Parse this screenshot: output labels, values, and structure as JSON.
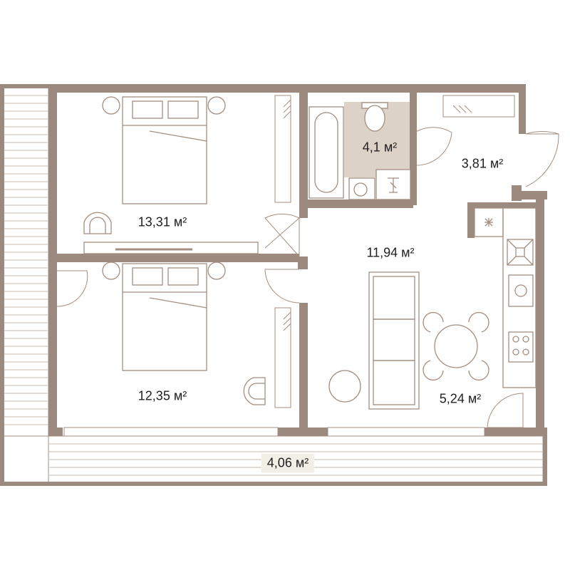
{
  "floor_plan": {
    "colors": {
      "wall": "#9c8a7e",
      "line": "#a38e80",
      "bathroom_fill": "#ddd2c6",
      "balcony_label_bg": "#f3efe7",
      "text": "#1f1f1f"
    },
    "rooms": [
      {
        "id": "bedroom-1",
        "area": "13,31 м²"
      },
      {
        "id": "bedroom-2",
        "area": "12,35 м²"
      },
      {
        "id": "bathroom",
        "area": "4,1 м²"
      },
      {
        "id": "hallway",
        "area": "3,81 м²"
      },
      {
        "id": "living-room",
        "area": "11,94 м²"
      },
      {
        "id": "kitchen",
        "area": "5,24 м²"
      },
      {
        "id": "balcony",
        "area": "4,06 м²"
      }
    ]
  }
}
